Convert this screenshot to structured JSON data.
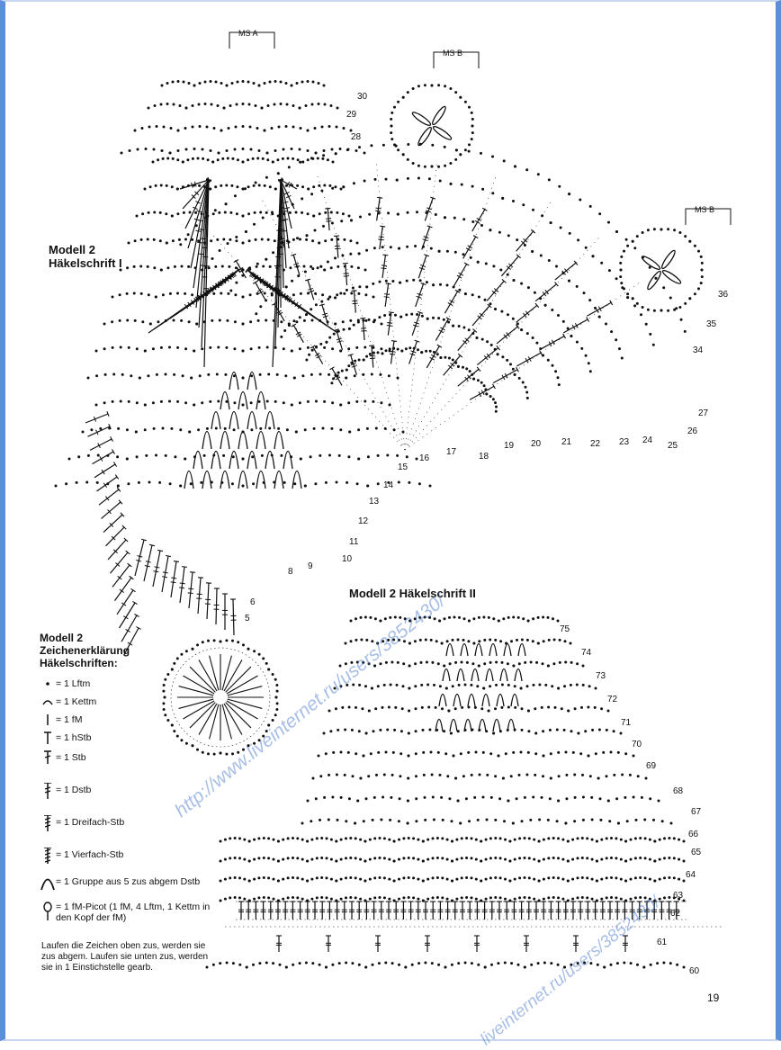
{
  "page_number": "19",
  "watermark": "http://www.liveinternet.ru/users/3852430/",
  "watermark_bottom": "liveinternet.ru/users/3852430/",
  "chart_1": {
    "title_line1": "Modell 2",
    "title_line2": "Häkelschrift I"
  },
  "chart_2": {
    "title": "Modell 2 Häkelschrift II"
  },
  "markers": {
    "ms_a": "MS A",
    "ms_b": "MS B"
  },
  "legend": {
    "title_line1": "Modell 2",
    "title_line2": "Zeichenerklärung",
    "title_line3": "Häkelschriften:",
    "items": [
      {
        "symbol": "dot-icon",
        "text": "= 1 Lftm"
      },
      {
        "symbol": "arc-icon",
        "text": "= 1 Kettm"
      },
      {
        "symbol": "line-icon",
        "text": "= 1 fM"
      },
      {
        "symbol": "hstb-icon",
        "text": "= 1 hStb"
      },
      {
        "symbol": "stb-icon",
        "text": "= 1 Stb"
      },
      {
        "symbol": "dstb-icon",
        "text": "= 1 Dstb"
      },
      {
        "symbol": "dreifach-icon",
        "text": "= 1 Dreifach-Stb"
      },
      {
        "symbol": "vierfach-icon",
        "text": "= 1 Vierfach-Stb"
      },
      {
        "symbol": "cluster-icon",
        "text": "= 1 Gruppe aus 5 zus abgem Dstb"
      },
      {
        "symbol": "picot-icon",
        "text": "= 1 fM-Picot (1 fM, 4 Lftm, 1 Kettm in den Kopf der fM)"
      }
    ],
    "footnote": "Laufen die Zeichen oben zus, werden sie zus abgem. Laufen sie unten zus, werden sie in 1 Einstichstelle gearb."
  },
  "chart_data": [
    {
      "type": "table",
      "name_ref": "chart_1",
      "round_labels": [
        "5",
        "6",
        "8",
        "9",
        "10",
        "11",
        "12",
        "13",
        "14",
        "15",
        "16",
        "17",
        "18",
        "19",
        "20",
        "21",
        "22",
        "23",
        "24",
        "25",
        "26",
        "27",
        "28",
        "29",
        "30",
        "34",
        "35",
        "36"
      ]
    },
    {
      "type": "table",
      "name_ref": "chart_2",
      "round_labels": [
        "60",
        "61",
        "62",
        "63",
        "64",
        "65",
        "66",
        "67",
        "68",
        "69",
        "70",
        "71",
        "72",
        "73",
        "74",
        "75"
      ]
    }
  ]
}
